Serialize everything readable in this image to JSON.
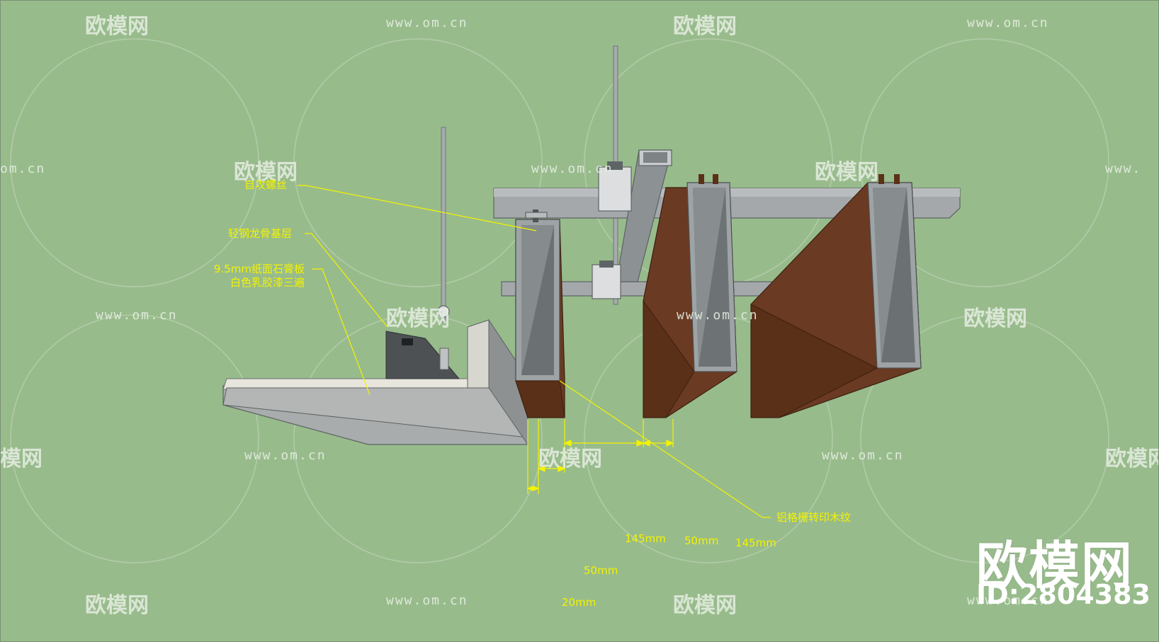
{
  "labels": {
    "self_tapping_screw": "自攻螺丝",
    "light_steel_keel": "轻钢龙骨基层",
    "gypsum_line1": "9.5mm纸面石膏板",
    "gypsum_line2": "白色乳胶漆三遍",
    "aluminum_grille": "铝格栅转印木纹"
  },
  "dimensions": [
    "145mm",
    "50mm",
    "145mm",
    "50mm",
    "20mm"
  ],
  "watermark": {
    "brand": "欧模网",
    "url": "www.om.cn",
    "url_fragment": "om.cn",
    "partial_url": "www.",
    "partial_brand": "模网",
    "id": "ID:2804383"
  },
  "colors": {
    "background": "#98bb8c",
    "annotation": "#f3f300",
    "wood": "#6a3a22",
    "metal": "#9ea3a5"
  }
}
